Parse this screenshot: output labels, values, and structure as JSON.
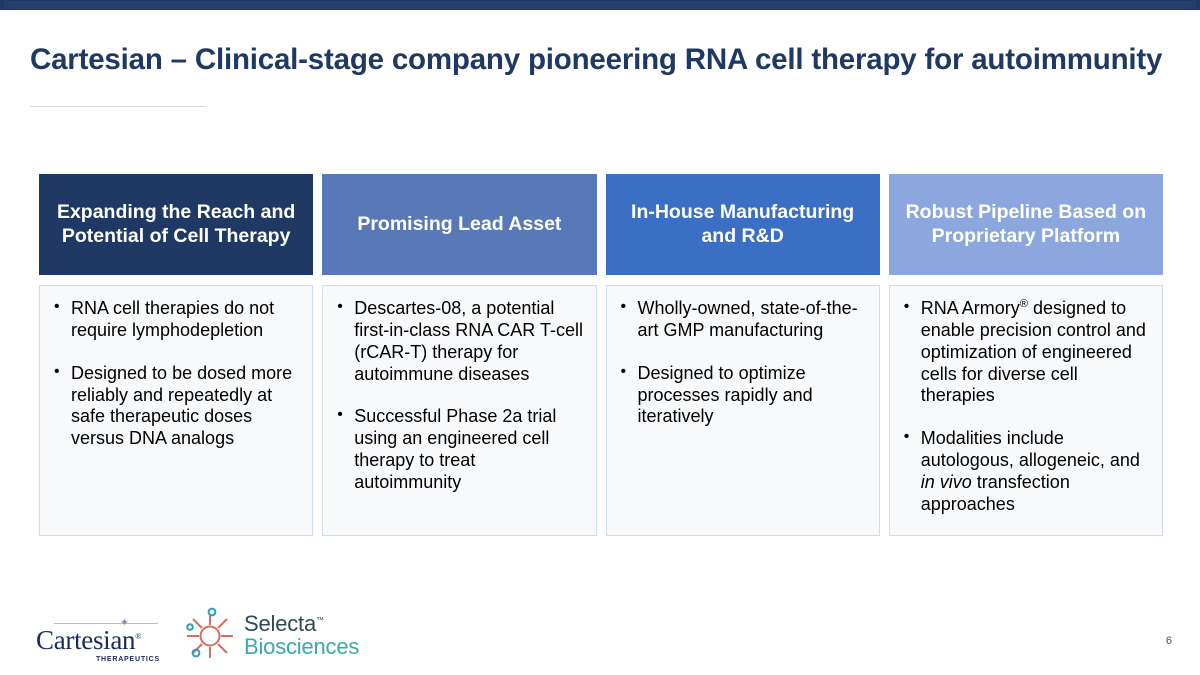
{
  "slide": {
    "title": "Cartesian – Clinical-stage company pioneering RNA cell therapy for autoimmunity",
    "page_number": "6",
    "accent_navy": "#1f3864"
  },
  "columns": [
    {
      "header": "Expanding the Reach and Potential of Cell Therapy",
      "header_color": "#1f3864",
      "bullets": [
        "RNA cell therapies do not require lymphodepletion",
        "Designed to be dosed more reliably and repeatedly at safe therapeutic doses versus DNA analogs"
      ]
    },
    {
      "header": "Promising Lead Asset",
      "header_color": "#5878b8",
      "bullets": [
        "Descartes-08, a potential first-in-class RNA CAR T-cell (rCAR-T) therapy for autoimmune diseases",
        "Successful Phase 2a trial using an engineered cell therapy to treat autoimmunity"
      ]
    },
    {
      "header": "In-House Manufacturing and R&D",
      "header_color": "#3b6fc4",
      "bullets": [
        "Wholly-owned, state-of-the-art GMP manufacturing",
        "Designed to optimize processes rapidly and iteratively"
      ]
    },
    {
      "header": "Robust Pipeline Based on Proprietary Platform",
      "header_color": "#8ba7de",
      "bullets": [
        "RNA Armory® designed to enable precision control and optimization of engineered cells for diverse cell therapies",
        "Modalities include autologous, allogeneic, and in vivo transfection approaches"
      ]
    }
  ],
  "footer": {
    "cartesian": {
      "wordmark": "Cartesian",
      "registered": "®",
      "tagline": "THERAPEUTICS"
    },
    "selecta": {
      "line1": "Selecta",
      "trademark": "™",
      "line2": "Biosciences",
      "mark_color": "#d4705a",
      "text_color_primary": "#2f4858",
      "text_color_accent": "#3aa8ae"
    }
  }
}
